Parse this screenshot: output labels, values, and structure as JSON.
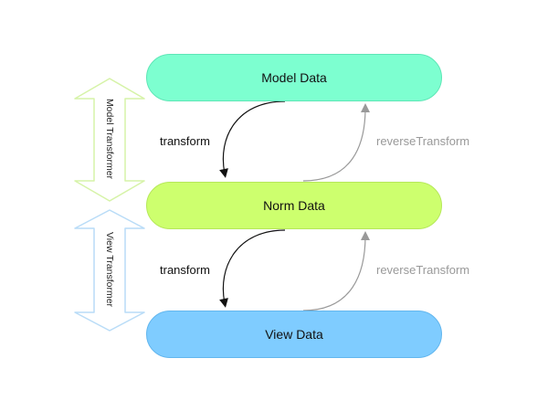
{
  "nodes": [
    {
      "id": "model",
      "label": "Model Data",
      "color": "#7dffd0",
      "border": "#5ee6b6"
    },
    {
      "id": "norm",
      "label": "Norm Data",
      "color": "#cdff6e",
      "border": "#b6e85a"
    },
    {
      "id": "view",
      "label": "View Data",
      "color": "#7fccff",
      "border": "#62b6ee"
    }
  ],
  "transformers": [
    {
      "label": "Model Transformer",
      "color": "#d6f3a8"
    },
    {
      "label": "View Transformer",
      "color": "#b9dcf7"
    }
  ],
  "edges": {
    "transform_label": "transform",
    "reverse_label": "reverseTransform",
    "transform_color": "#111111",
    "reverse_color": "#999999"
  }
}
